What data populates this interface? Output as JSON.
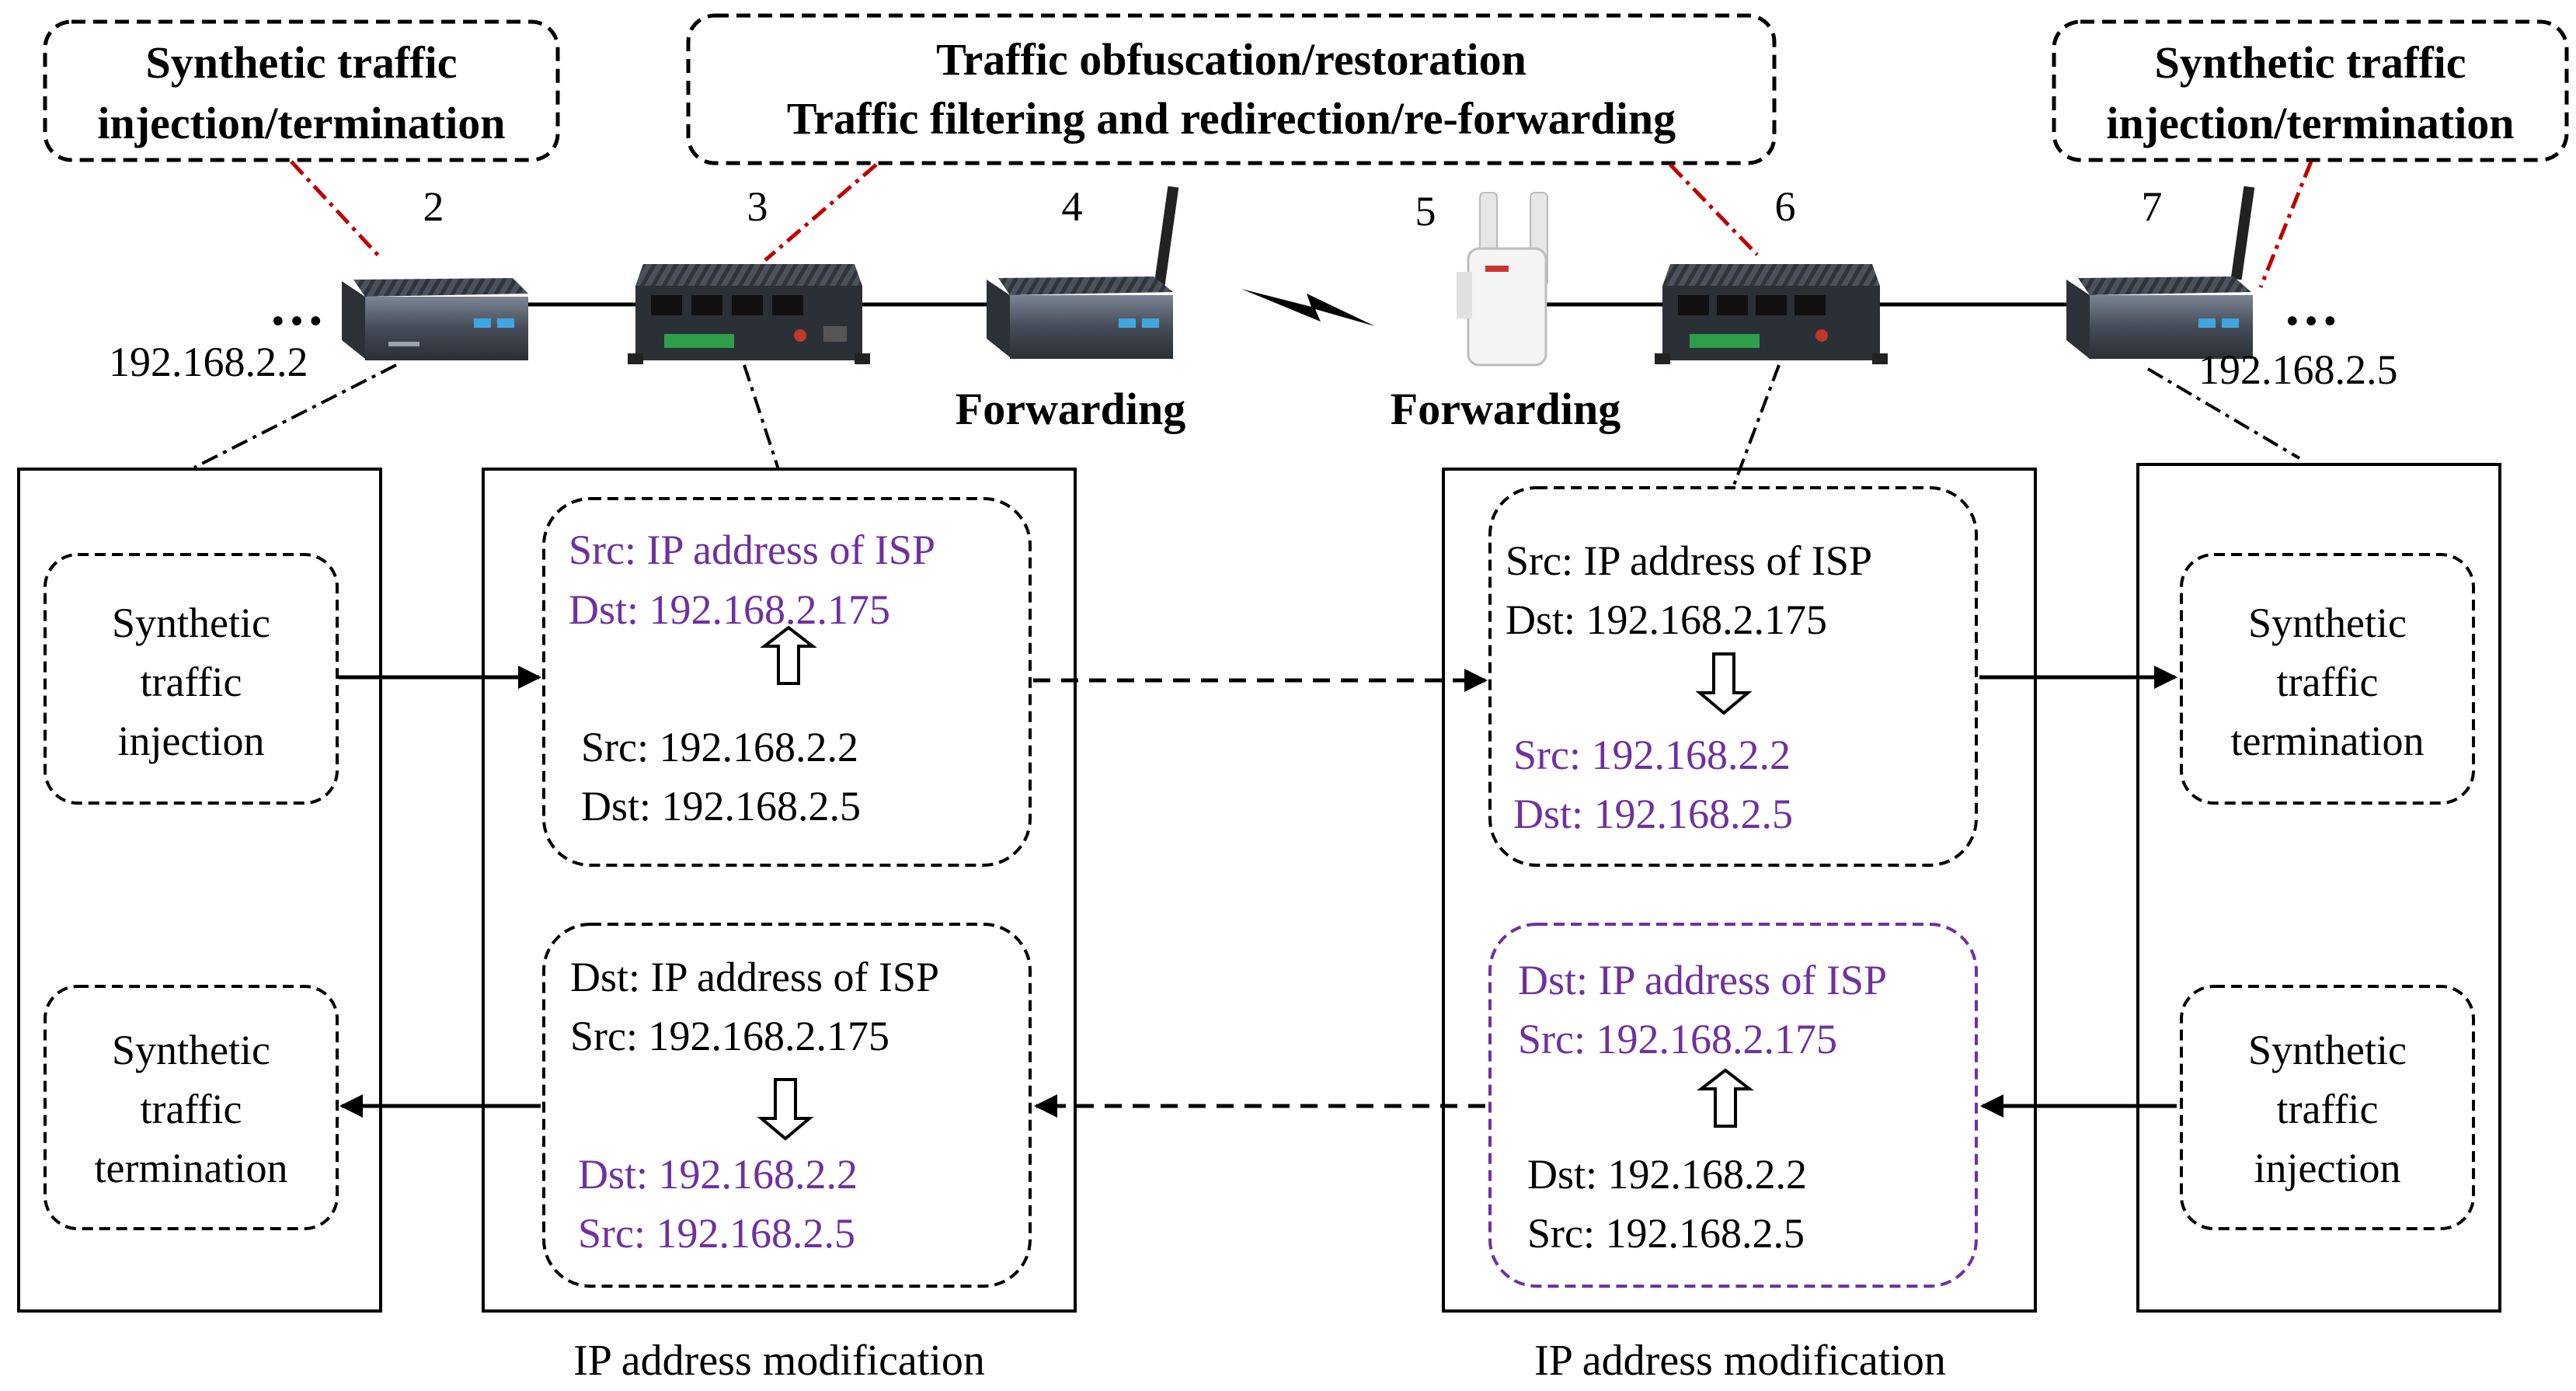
{
  "top_labels": {
    "left": [
      "Synthetic traffic",
      "injection/termination"
    ],
    "center": [
      "Traffic obfuscation/restoration",
      "Traffic filtering and redirection/re-forwarding"
    ],
    "right": [
      "Synthetic traffic",
      "injection/termination"
    ]
  },
  "devices": {
    "n2": "2",
    "n3": "3",
    "n4": "4",
    "n5": "5",
    "n6": "6",
    "n7": "7",
    "ip_left": "192.168.2.2",
    "ip_right": "192.168.2.5",
    "dots_left": "…",
    "dots_right": "…",
    "fwd_left": "Forwarding",
    "fwd_right": "Forwarding"
  },
  "left_panel": {
    "inject": [
      "Synthetic",
      "traffic",
      "injection"
    ],
    "terminate": [
      "Synthetic",
      "traffic",
      "termination"
    ]
  },
  "right_panel": {
    "terminate": [
      "Synthetic",
      "traffic",
      "termination"
    ],
    "inject": [
      "Synthetic",
      "traffic",
      "injection"
    ]
  },
  "mod_left": {
    "top": {
      "after": [
        "Src: IP address of ISP",
        "Dst: 192.168.2.175"
      ],
      "before": [
        "Src: 192.168.2.2",
        "Dst: 192.168.2.5"
      ]
    },
    "bottom": {
      "before": [
        "Dst: IP address of ISP",
        "Src: 192.168.2.175"
      ],
      "after": [
        "Dst: 192.168.2.2",
        "Src: 192.168.2.5"
      ]
    },
    "caption": "IP address modification"
  },
  "mod_right": {
    "top": {
      "before": [
        "Src: IP address of ISP",
        "Dst: 192.168.2.175"
      ],
      "after": [
        "Src: 192.168.2.2",
        "Dst: 192.168.2.5"
      ]
    },
    "bottom": {
      "after": [
        "Dst: IP address of ISP",
        "Src: 192.168.2.175"
      ],
      "before": [
        "Dst: 192.168.2.2",
        "Src: 192.168.2.5"
      ]
    },
    "caption": "IP address modification"
  },
  "colors": {
    "purple": "#7030a0",
    "red": "#c00000",
    "black": "#000000"
  }
}
